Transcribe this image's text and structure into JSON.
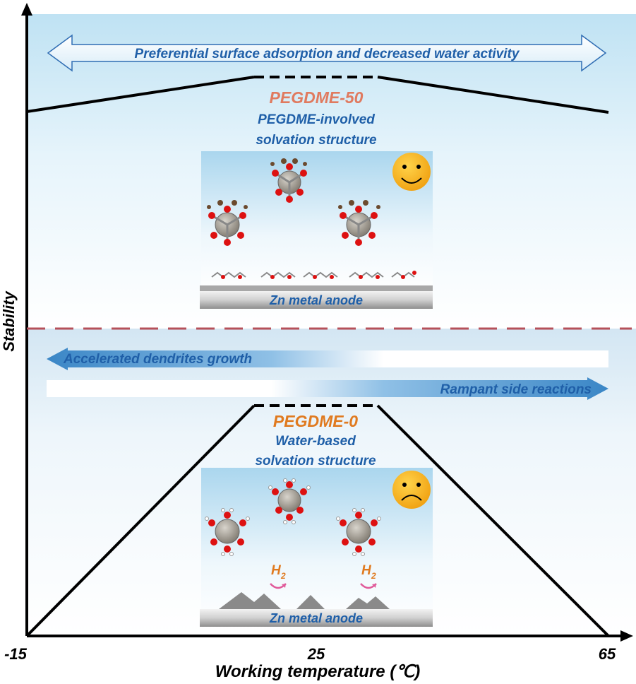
{
  "axes": {
    "y_label": "Stability",
    "x_label": "Working temperature (℃)",
    "x_ticks": [
      "-15",
      "25",
      "65"
    ]
  },
  "top_panel": {
    "arrow_text": "Preferential surface adsorption and decreased water activity",
    "sample_name": "PEGDME-50",
    "structure_line1": "PEGDME-involved",
    "structure_line2": "solvation structure",
    "anode_label": "Zn metal anode",
    "face_icon": "smiley-face-icon"
  },
  "bottom_panel": {
    "left_arrow_text": "Accelerated dendrites growth",
    "right_arrow_text": "Rampant side reactions",
    "sample_name": "PEGDME-0",
    "structure_line1": "Water-based",
    "structure_line2": "solvation structure",
    "anode_label": "Zn metal anode",
    "face_icon": "sad-face-icon",
    "gas_label": "H",
    "gas_subscript": "2"
  },
  "colors": {
    "sample_top": "#e07a5f",
    "sample_bottom": "#e07a1f",
    "blue_text": "#1f5fa8",
    "divider": "#b5505a",
    "face": "#f5b21b"
  }
}
